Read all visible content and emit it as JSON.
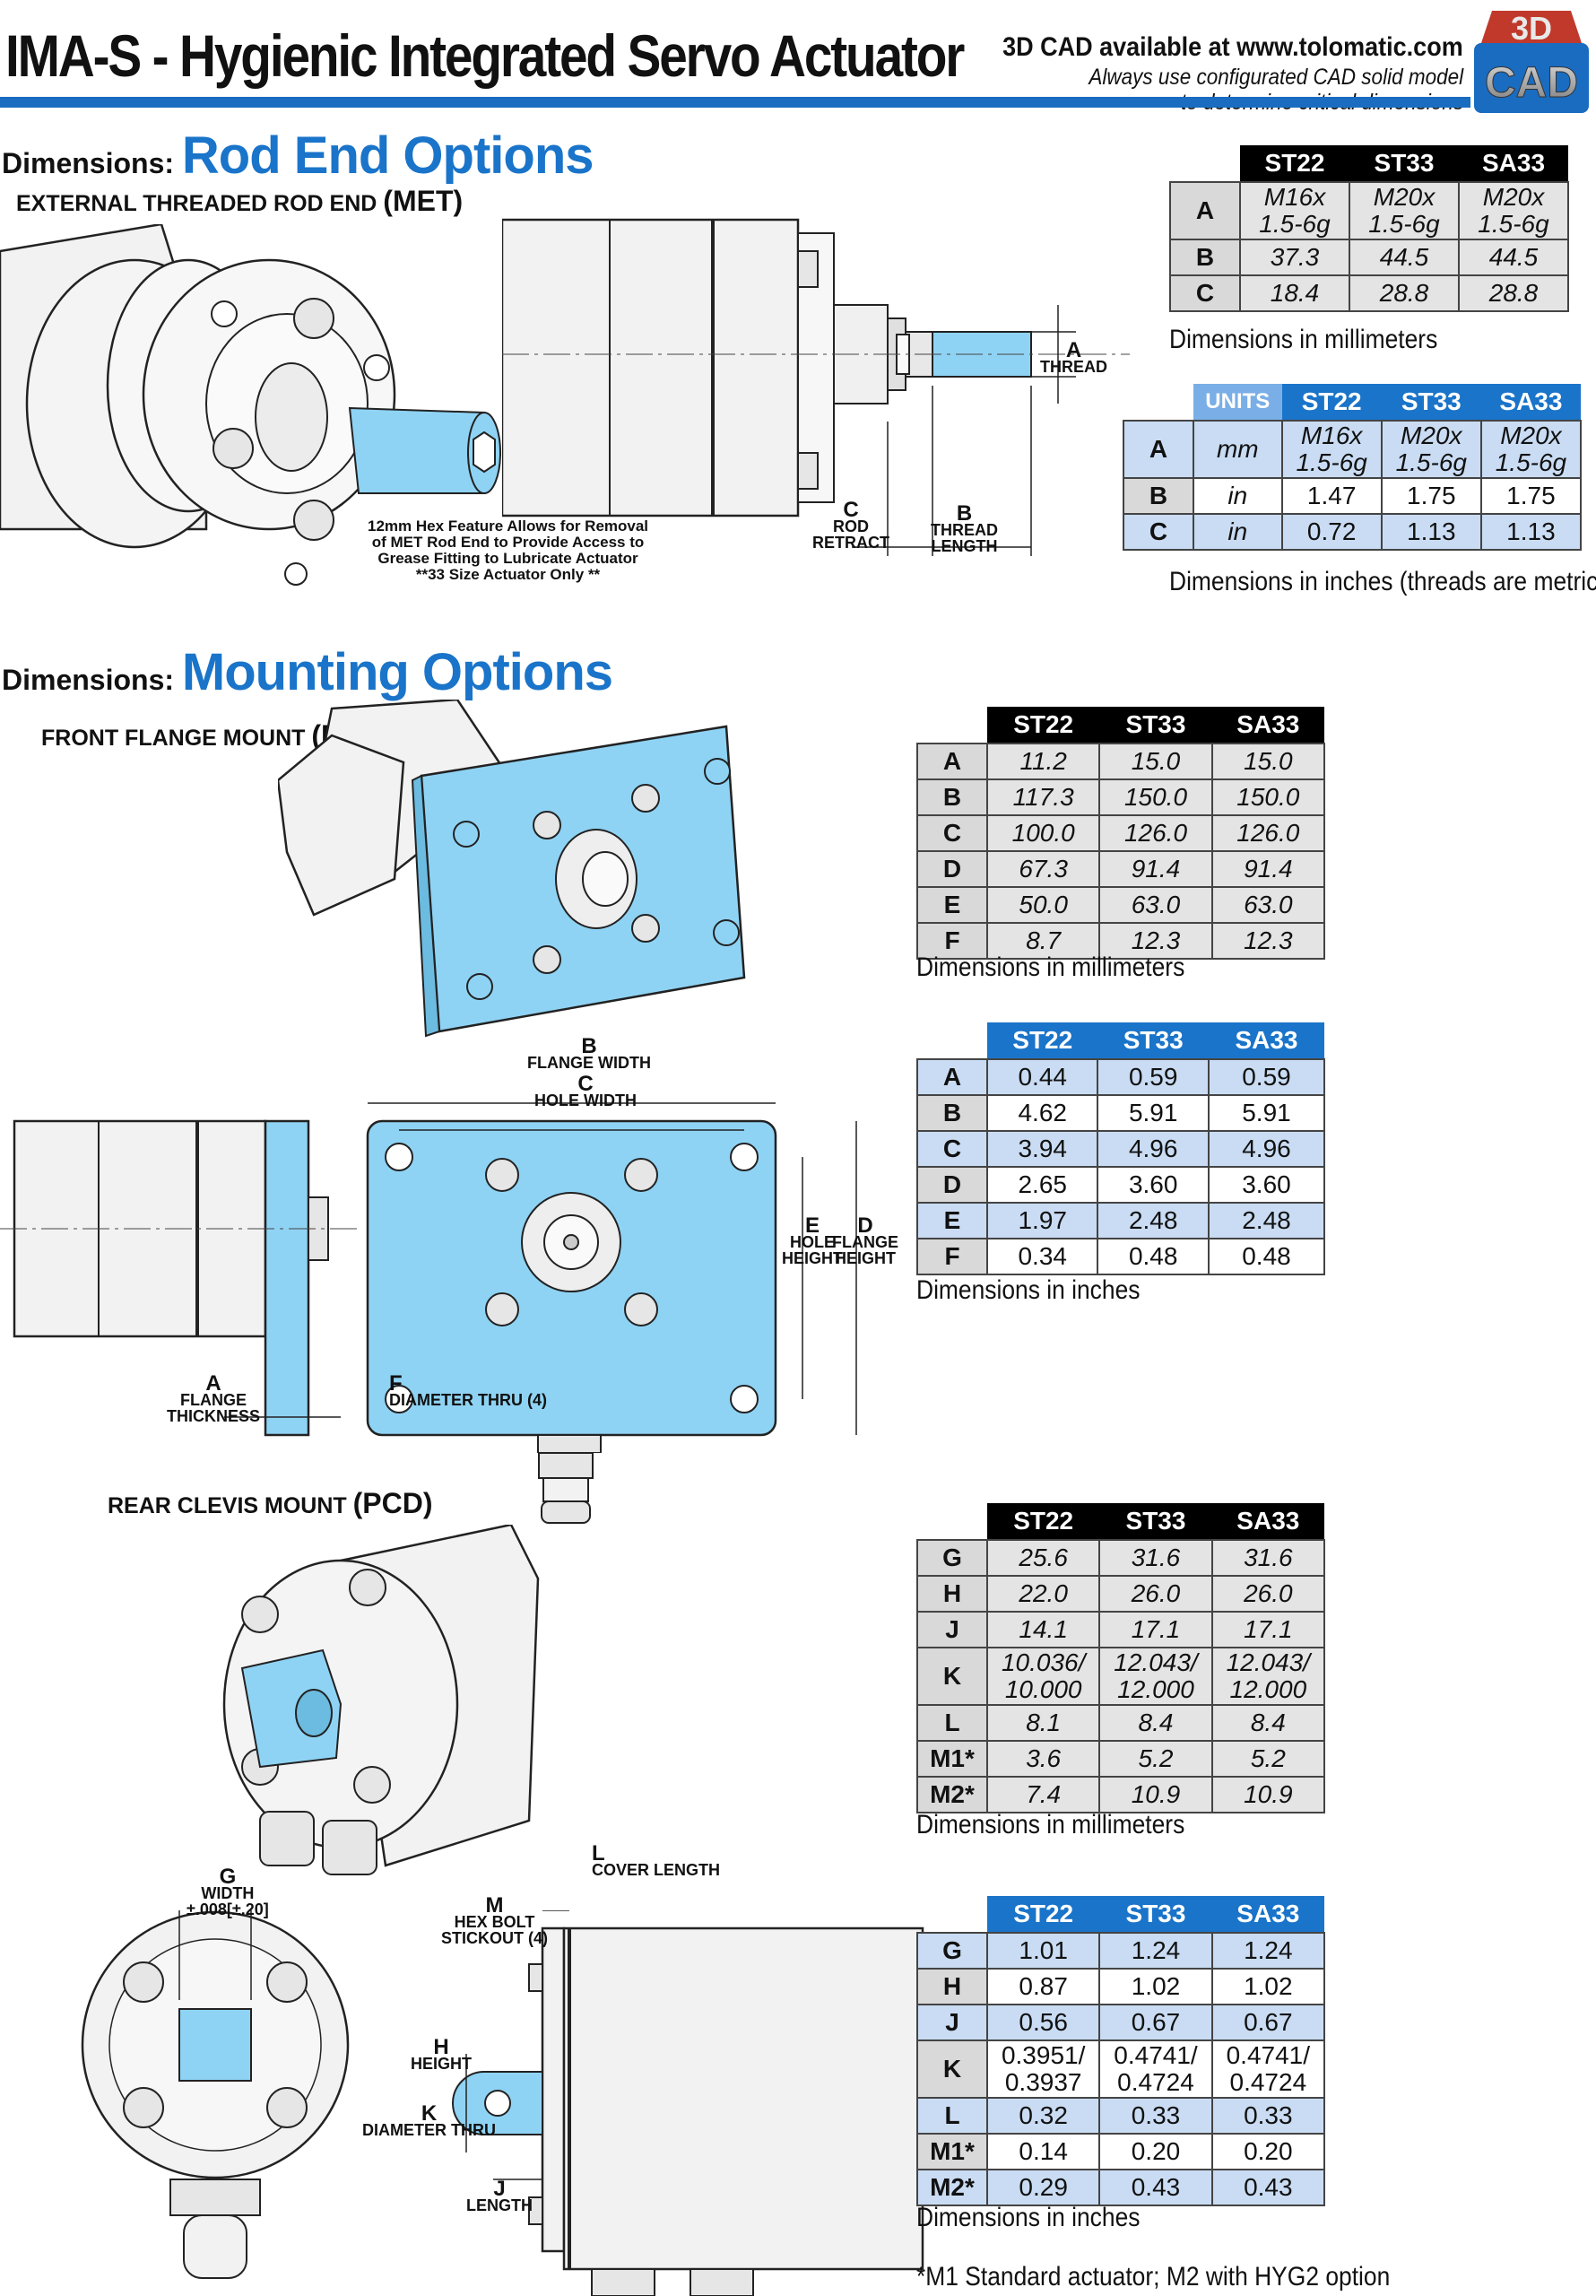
{
  "header": {
    "title": "IMA-S - Hygienic Integrated Servo Actuator",
    "cad_line1": "3D CAD available at www.tolomatic.com",
    "cad_line2": "Always use configurated CAD solid model",
    "cad_line3": "to determine critical dimensions",
    "badge_top": "3D",
    "badge_bottom": "CAD"
  },
  "rod_end": {
    "section_prefix": "Dimensions:",
    "section_title": "Rod End Options",
    "subtitle": "EXTERNAL THREADED ROD END",
    "subtitle_code": "(MET)",
    "note_lines": [
      "12mm Hex Feature Allows for Removal",
      "of MET Rod End to Provide Access to",
      "Grease Fitting to Lubricate Actuator",
      "**33 Size Actuator Only **"
    ],
    "labels": {
      "a_letter": "A",
      "a_text": "THREAD",
      "c_letter": "C",
      "c_text1": "ROD",
      "c_text2": "RETRACT",
      "b_letter": "B",
      "b_text1": "THREAD",
      "b_text2": "LENGTH"
    },
    "mm_table": {
      "columns": [
        "ST22",
        "ST33",
        "SA33"
      ],
      "rows": [
        {
          "label": "A",
          "values": [
            [
              "M16x",
              "1.5-6g"
            ],
            [
              "M20x",
              "1.5-6g"
            ],
            [
              "M20x",
              "1.5-6g"
            ]
          ]
        },
        {
          "label": "B",
          "values": [
            [
              "37.3"
            ],
            [
              "44.5"
            ],
            [
              "44.5"
            ]
          ]
        },
        {
          "label": "C",
          "values": [
            [
              "18.4"
            ],
            [
              "28.8"
            ],
            [
              "28.8"
            ]
          ]
        }
      ],
      "caption": "Dimensions in millimeters"
    },
    "inch_table": {
      "units_header": "UNITS",
      "columns": [
        "ST22",
        "ST33",
        "SA33"
      ],
      "rows": [
        {
          "label": "A",
          "unit": "mm",
          "values": [
            [
              "M16x",
              "1.5-6g"
            ],
            [
              "M20x",
              "1.5-6g"
            ],
            [
              "M20x",
              "1.5-6g"
            ]
          ]
        },
        {
          "label": "B",
          "unit": "in",
          "values": [
            [
              "1.47"
            ],
            [
              "1.75"
            ],
            [
              "1.75"
            ]
          ]
        },
        {
          "label": "C",
          "unit": "in",
          "values": [
            [
              "0.72"
            ],
            [
              "1.13"
            ],
            [
              "1.13"
            ]
          ]
        }
      ],
      "caption": "Dimensions in inches (threads are metric)"
    }
  },
  "mounting": {
    "section_prefix": "Dimensions:",
    "section_title": "Mounting Options",
    "ffg": {
      "subtitle": "FRONT FLANGE MOUNT",
      "subtitle_code": "(FFG)",
      "labels": {
        "b_letter": "B",
        "b_text": "FLANGE WIDTH",
        "c_letter": "C",
        "c_text": "HOLE WIDTH",
        "e_letter": "E",
        "e_text1": "HOLE",
        "e_text2": "HEIGHT",
        "d_letter": "D",
        "d_text1": "FLANGE",
        "d_text2": "HEIGHT",
        "a_letter": "A",
        "a_text1": "FLANGE",
        "a_text2": "THICKNESS",
        "f_letter": "F",
        "f_text": "DIAMETER THRU (4)"
      },
      "mm_table": {
        "columns": [
          "ST22",
          "ST33",
          "SA33"
        ],
        "rows": [
          {
            "label": "A",
            "values": [
              "11.2",
              "15.0",
              "15.0"
            ]
          },
          {
            "label": "B",
            "values": [
              "117.3",
              "150.0",
              "150.0"
            ]
          },
          {
            "label": "C",
            "values": [
              "100.0",
              "126.0",
              "126.0"
            ]
          },
          {
            "label": "D",
            "values": [
              "67.3",
              "91.4",
              "91.4"
            ]
          },
          {
            "label": "E",
            "values": [
              "50.0",
              "63.0",
              "63.0"
            ]
          },
          {
            "label": "F",
            "values": [
              "8.7",
              "12.3",
              "12.3"
            ]
          }
        ],
        "caption": "Dimensions in millimeters"
      },
      "inch_table": {
        "columns": [
          "ST22",
          "ST33",
          "SA33"
        ],
        "rows": [
          {
            "label": "A",
            "values": [
              "0.44",
              "0.59",
              "0.59"
            ]
          },
          {
            "label": "B",
            "values": [
              "4.62",
              "5.91",
              "5.91"
            ]
          },
          {
            "label": "C",
            "values": [
              "3.94",
              "4.96",
              "4.96"
            ]
          },
          {
            "label": "D",
            "values": [
              "2.65",
              "3.60",
              "3.60"
            ]
          },
          {
            "label": "E",
            "values": [
              "1.97",
              "2.48",
              "2.48"
            ]
          },
          {
            "label": "F",
            "values": [
              "0.34",
              "0.48",
              "0.48"
            ]
          }
        ],
        "caption": "Dimensions in inches"
      }
    },
    "pcd": {
      "subtitle": "REAR CLEVIS MOUNT",
      "subtitle_code": "(PCD)",
      "labels": {
        "g_letter": "G",
        "g_text1": "WIDTH",
        "g_text2": "±.008[±.20]",
        "l_letter": "L",
        "l_text": "COVER LENGTH",
        "m_letter": "M",
        "m_text1": "HEX BOLT",
        "m_text2": "STICKOUT (4)",
        "h_letter": "H",
        "h_text": "HEIGHT",
        "k_letter": "K",
        "k_text": "DIAMETER THRU",
        "j_letter": "J",
        "j_text": "LENGTH"
      },
      "mm_table": {
        "columns": [
          "ST22",
          "ST33",
          "SA33"
        ],
        "rows": [
          {
            "label": "G",
            "values": [
              [
                "25.6"
              ],
              [
                "31.6"
              ],
              [
                "31.6"
              ]
            ]
          },
          {
            "label": "H",
            "values": [
              [
                "22.0"
              ],
              [
                "26.0"
              ],
              [
                "26.0"
              ]
            ]
          },
          {
            "label": "J",
            "values": [
              [
                "14.1"
              ],
              [
                "17.1"
              ],
              [
                "17.1"
              ]
            ]
          },
          {
            "label": "K",
            "values": [
              [
                "10.036/",
                "10.000"
              ],
              [
                "12.043/",
                "12.000"
              ],
              [
                "12.043/",
                "12.000"
              ]
            ]
          },
          {
            "label": "L",
            "values": [
              [
                "8.1"
              ],
              [
                "8.4"
              ],
              [
                "8.4"
              ]
            ]
          },
          {
            "label": "M1*",
            "values": [
              [
                "3.6"
              ],
              [
                "5.2"
              ],
              [
                "5.2"
              ]
            ]
          },
          {
            "label": "M2*",
            "values": [
              [
                "7.4"
              ],
              [
                "10.9"
              ],
              [
                "10.9"
              ]
            ]
          }
        ],
        "caption": "Dimensions in millimeters"
      },
      "inch_table": {
        "columns": [
          "ST22",
          "ST33",
          "SA33"
        ],
        "rows": [
          {
            "label": "G",
            "values": [
              [
                "1.01"
              ],
              [
                "1.24"
              ],
              [
                "1.24"
              ]
            ]
          },
          {
            "label": "H",
            "values": [
              [
                "0.87"
              ],
              [
                "1.02"
              ],
              [
                "1.02"
              ]
            ]
          },
          {
            "label": "J",
            "values": [
              [
                "0.56"
              ],
              [
                "0.67"
              ],
              [
                "0.67"
              ]
            ]
          },
          {
            "label": "K",
            "values": [
              [
                "0.3951/",
                "0.3937"
              ],
              [
                "0.4741/",
                "0.4724"
              ],
              [
                "0.4741/",
                "0.4724"
              ]
            ]
          },
          {
            "label": "L",
            "values": [
              [
                "0.32"
              ],
              [
                "0.33"
              ],
              [
                "0.33"
              ]
            ]
          },
          {
            "label": "M1*",
            "values": [
              [
                "0.14"
              ],
              [
                "0.20"
              ],
              [
                "0.20"
              ]
            ]
          },
          {
            "label": "M2*",
            "values": [
              [
                "0.29"
              ],
              [
                "0.43"
              ],
              [
                "0.43"
              ]
            ]
          }
        ],
        "caption": "Dimensions in inches"
      },
      "footnote": "*M1 Standard actuator; M2 with HYG2 option"
    }
  },
  "colors": {
    "accent_blue": "#1a74c9",
    "part_highlight": "#8fd3f4",
    "header_table_mm": "#000000",
    "header_table_inch": "#1a74c9"
  }
}
